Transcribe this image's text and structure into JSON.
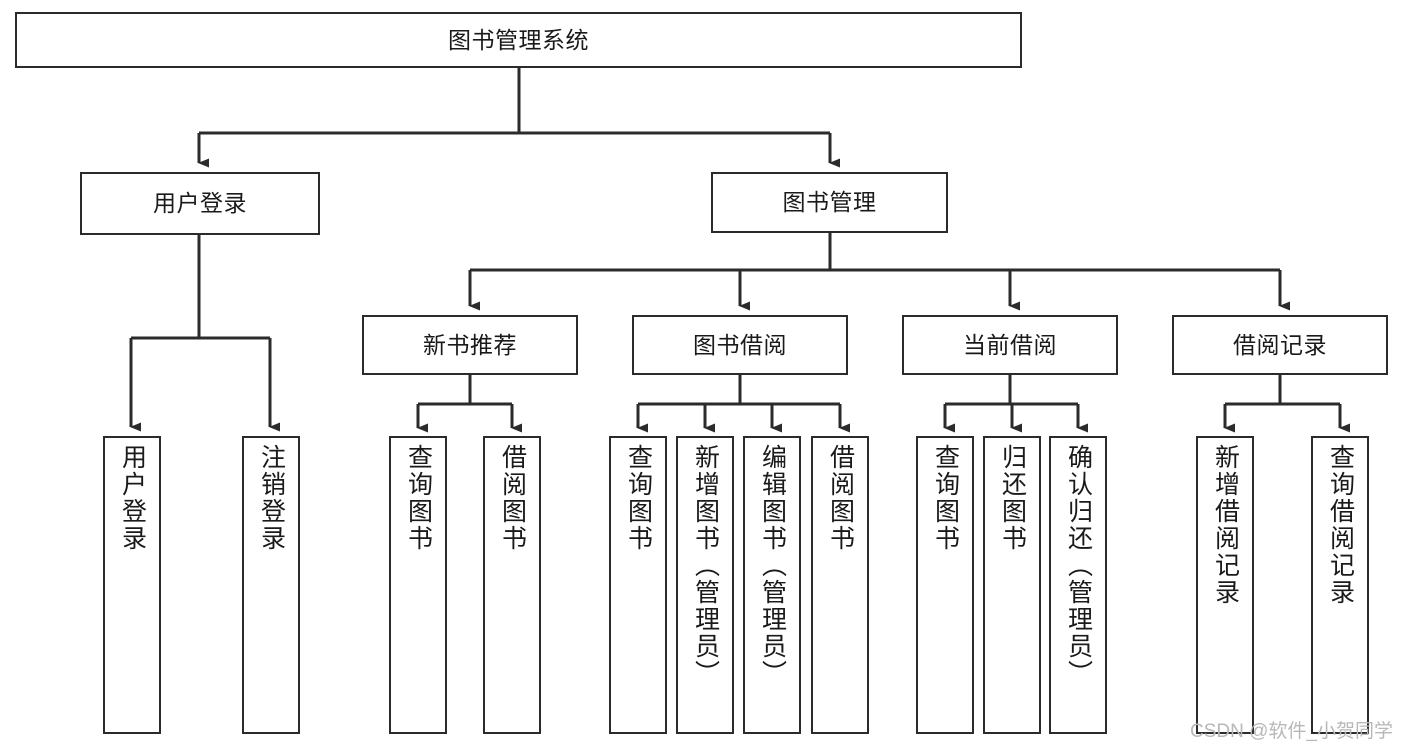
{
  "diagram": {
    "title": "图书管理系统",
    "type": "tree-hierarchy-chart",
    "colors": {
      "stroke": "#2b2b2b",
      "fill": "#ffffff",
      "background": "#ffffff",
      "watermark": "#b8b8b8"
    },
    "root": {
      "label": "图书管理系统"
    },
    "level1": [
      {
        "label": "用户登录"
      },
      {
        "label": "图书管理"
      }
    ],
    "level2": [
      {
        "label": "新书推荐"
      },
      {
        "label": "图书借阅"
      },
      {
        "label": "当前借阅"
      },
      {
        "label": "借阅记录"
      }
    ],
    "leaves": {
      "user_login": [
        {
          "label": "用户登录"
        },
        {
          "label": "注销登录"
        }
      ],
      "new_book_recommend": [
        {
          "label": "查询图书"
        },
        {
          "label": "借阅图书"
        }
      ],
      "book_borrow": [
        {
          "label": "查询图书"
        },
        {
          "label": "新增图书（管理员）"
        },
        {
          "label": "编辑图书（管理员）"
        },
        {
          "label": "借阅图书"
        }
      ],
      "current_borrow": [
        {
          "label": "查询图书"
        },
        {
          "label": "归还图书"
        },
        {
          "label": "确认归还（管理员）"
        }
      ],
      "borrow_record": [
        {
          "label": "新增借阅记录"
        },
        {
          "label": "查询借阅记录"
        }
      ]
    },
    "watermark": "CSDN @软件_小贺同学"
  }
}
